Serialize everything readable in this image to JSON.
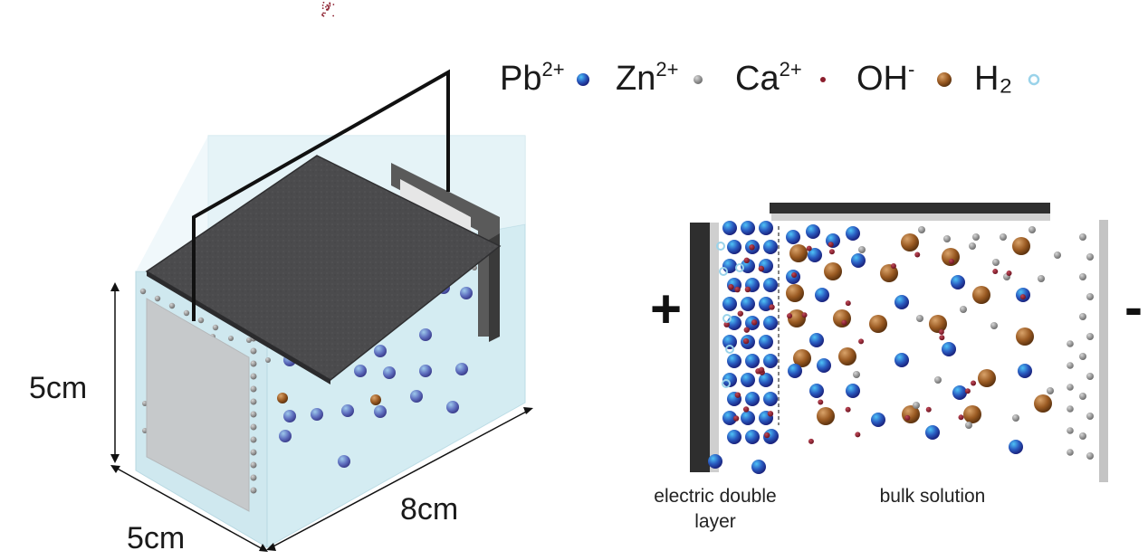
{
  "legend": [
    {
      "base": "Pb",
      "sup": "2+",
      "marker": "blue-sphere"
    },
    {
      "base": "Zn",
      "sup": "2+",
      "marker": "gray-sphere"
    },
    {
      "base": "Ca",
      "sup": "2+",
      "marker": "dark-red-dot"
    },
    {
      "base": "OH",
      "sup": "-",
      "marker": "brown-sphere"
    },
    {
      "base": "H₂",
      "sup": "",
      "marker": "light-blue-ring"
    }
  ],
  "dimensions": {
    "height": "5cm",
    "depth": "5cm",
    "length": "8cm"
  },
  "electrodes": {
    "anode_sign": "+",
    "cathode_sign": "-"
  },
  "regions": {
    "double_layer_line1": "electric double",
    "double_layer_line2": "layer",
    "bulk": "bulk solution"
  },
  "colors": {
    "pb": "#2a4fa8",
    "zn": "#8f8f8f",
    "ca": "#8b1d2c",
    "oh": "#8a4f1f",
    "h2": "#bde4f2",
    "solution": "#d9eef3",
    "electrode_dark": "#4a4a4a",
    "electrode_light": "#c8c8c8"
  }
}
